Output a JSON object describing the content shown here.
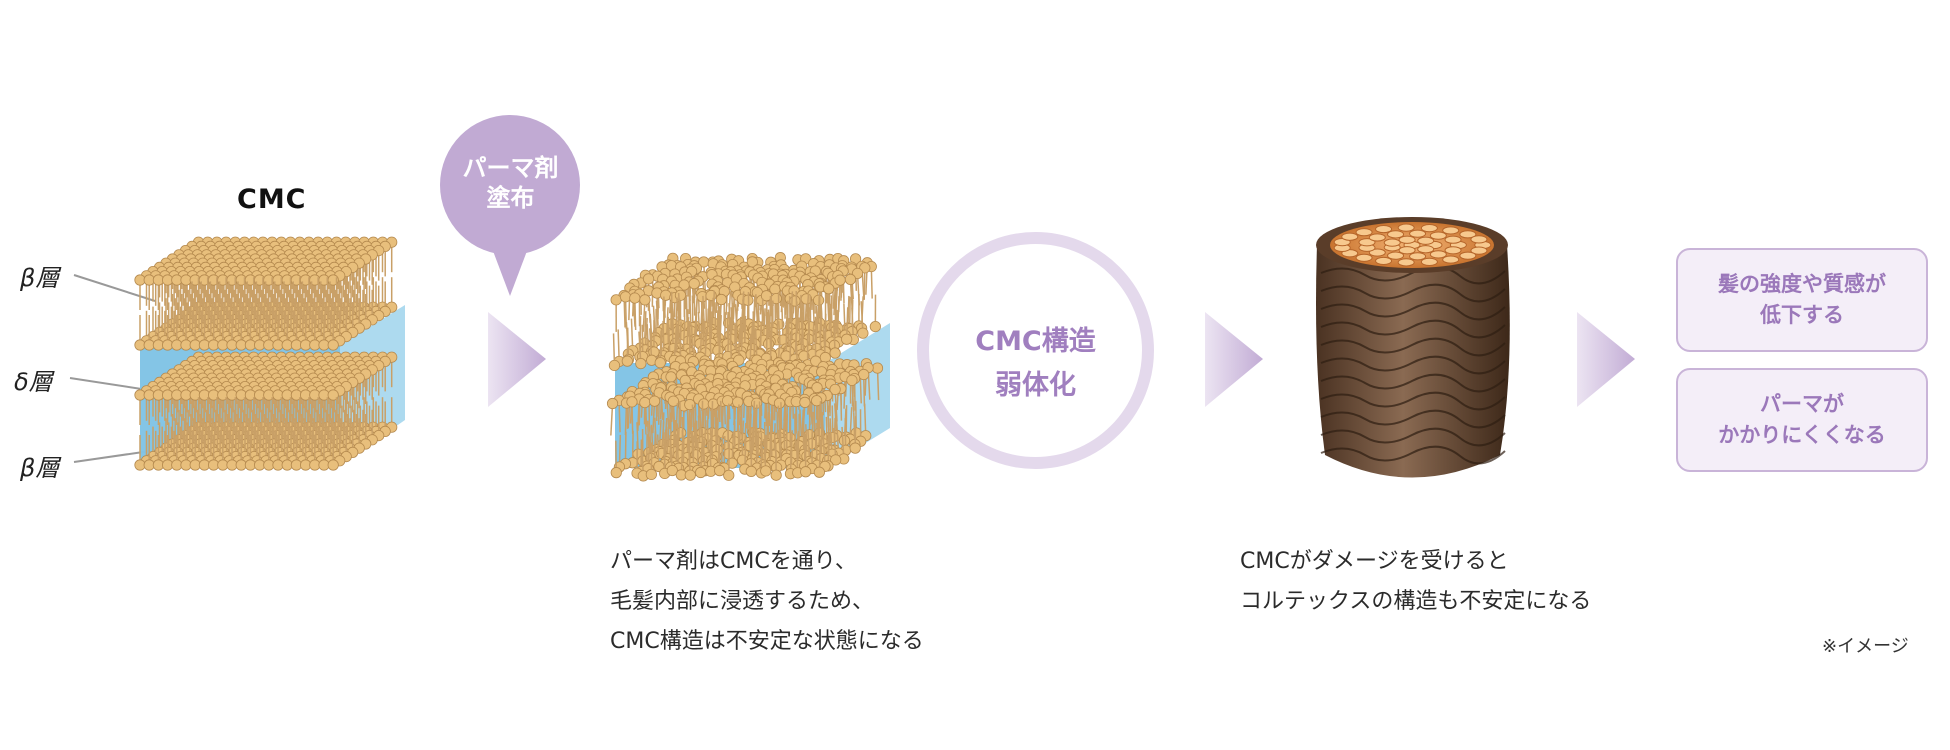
{
  "labels": {
    "cmc": "CMC",
    "beta_top": "β層",
    "delta": "δ層",
    "beta_bottom": "β層"
  },
  "step1_bubble": {
    "line1": "パーマ剤",
    "line2": "塗布"
  },
  "step2_desc": {
    "line1": "パーマ剤はCMCを通り、",
    "line2": "毛髪内部に浸透するため、",
    "line3": "CMC構造は不安定な状態になる"
  },
  "ring": {
    "line1": "CMC構造",
    "line2": "弱体化"
  },
  "step3_desc": {
    "line1": "CMCがダメージを受けると",
    "line2": "コルテックスの構造も不安定になる"
  },
  "results": [
    {
      "line1": "髪の強度や質感が",
      "line2": "低下する"
    },
    {
      "line1": "パーマが",
      "line2": "かかりにくくなる"
    }
  ],
  "note": "※イメージ",
  "colors": {
    "accent_purple": "#c1aad3",
    "ring_purple": "#e4d9ec",
    "text_purple": "#a07fbf",
    "lipid_gold": "#e8bf7c",
    "water_blue": "#7cc1e4",
    "hair_brown": "#6e4d36"
  }
}
